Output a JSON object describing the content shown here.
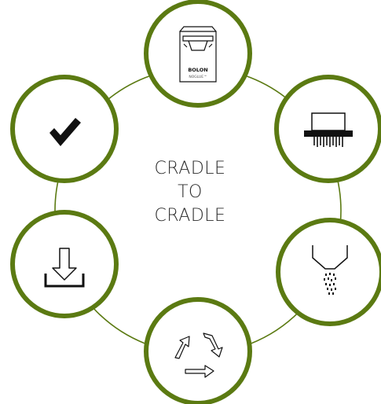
{
  "diagram": {
    "center_lines": [
      "CRADLE",
      "TO",
      "CRADLE"
    ],
    "colors": {
      "ring": "#5b7a12",
      "node_fill": "#ffffff",
      "icon": "#111111"
    },
    "product_label": {
      "brand": "BOLON",
      "subtitle": "NOGLUE™"
    },
    "nodes": [
      {
        "name": "product-bag-node",
        "icon": "product-bag-icon"
      },
      {
        "name": "shredder-node",
        "icon": "shredder-icon"
      },
      {
        "name": "granulate-node",
        "icon": "granulate-funnel-icon"
      },
      {
        "name": "recycle-node",
        "icon": "recycle-arrows-icon"
      },
      {
        "name": "download-node",
        "icon": "download-tray-icon"
      },
      {
        "name": "check-node",
        "icon": "checkmark-icon"
      }
    ]
  }
}
